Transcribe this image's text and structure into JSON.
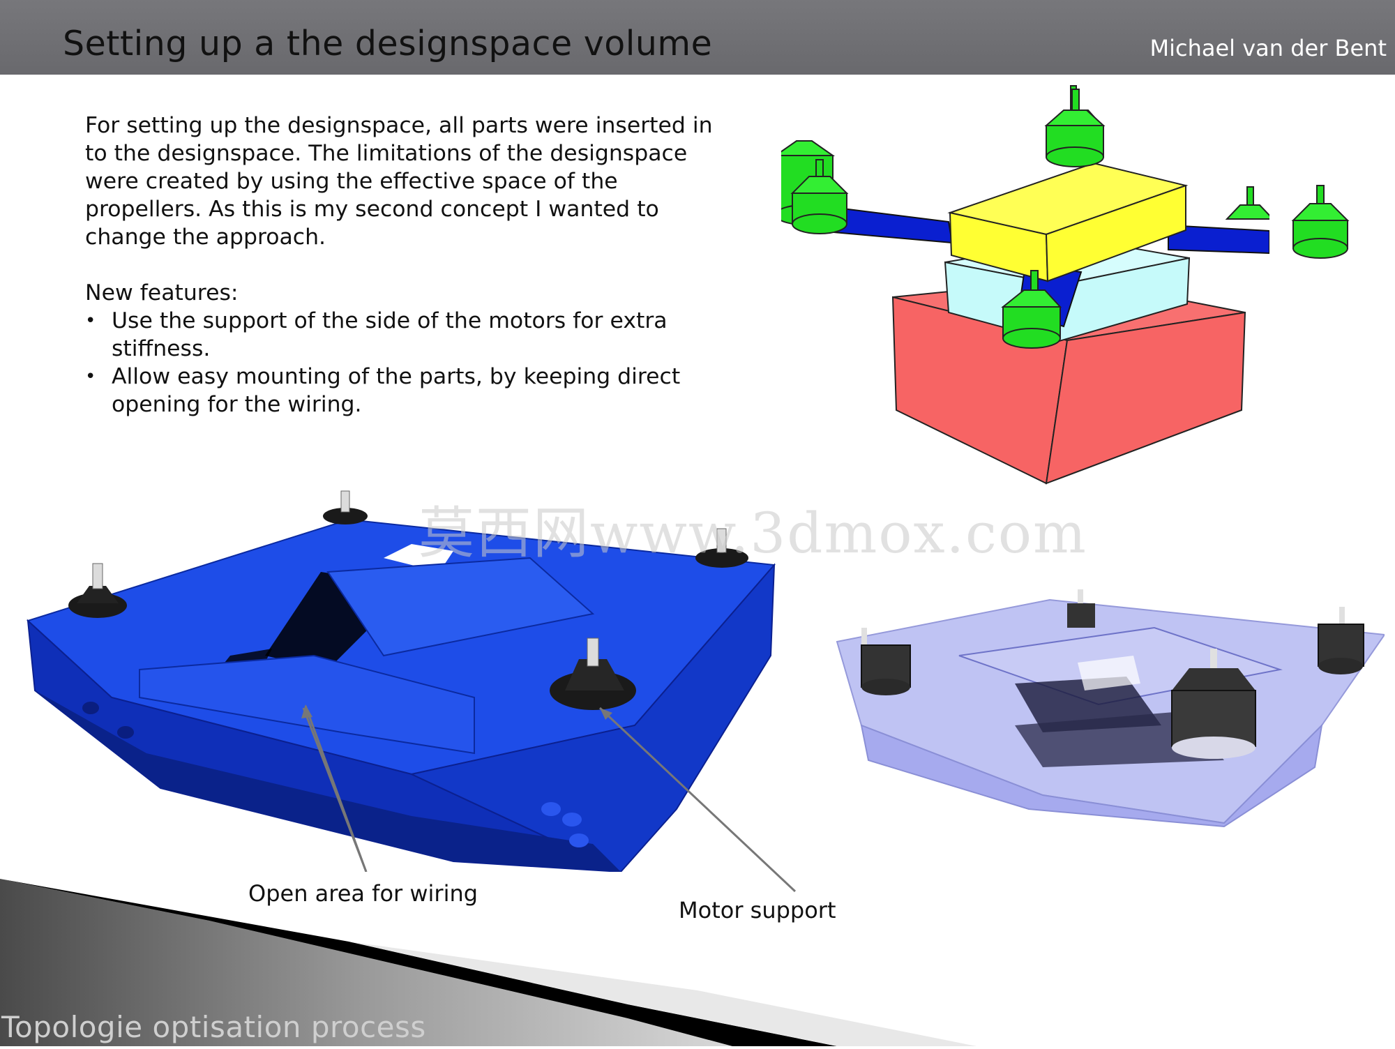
{
  "header": {
    "title": "Setting up a the designspace volume",
    "author": "Michael van der Bent"
  },
  "body": {
    "paragraph": "For setting up the designspace, all parts were inserted in to the designspace. The limitations of the designspace were created by using the effective space of the propellers. As this is my second concept I wanted to change the approach.",
    "features_heading": "New features:",
    "features": [
      "Use the support of the side of the motors for extra stiffness.",
      "Allow easy mounting of the parts, by keeping direct opening for the wiring."
    ]
  },
  "callouts": {
    "wiring": "Open area for wiring",
    "motor": "Motor support"
  },
  "footer": {
    "title": "Topologie optisation process"
  },
  "watermark": "莫西网www.3dmox.com",
  "colors": {
    "header_bg": "#6e6e72",
    "designspace_red": "#f76464",
    "battery_yellow": "#ffff33",
    "electronics_cyan": "#c8fbfb",
    "arm_blue": "#0a1fd0",
    "motor_green": "#22dd22",
    "solid_blue": "#1a3fe0",
    "transparent_blue": "#b0b4f0"
  }
}
